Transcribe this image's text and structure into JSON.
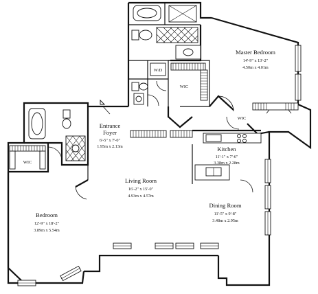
{
  "rooms": {
    "master_bedroom": {
      "name": "Master Bedroom",
      "dim_imperial": "14'-9\" x 13'-2\"",
      "dim_metric": "4.50m x 4.01m"
    },
    "entrance_foyer": {
      "name_line1": "Entrance",
      "name_line2": "Foyer",
      "dim_imperial": "6'-5\" x 7'-0\"",
      "dim_metric": "1.95m x 2.13m"
    },
    "kitchen": {
      "name": "Kitchen",
      "dim_imperial": "11'-1\" x 7'-6\"",
      "dim_metric": "3.38m x 2.28m"
    },
    "living_room": {
      "name": "Living Room",
      "dim_imperial": "16'-2\" x 15'-0\"",
      "dim_metric": "4.93m x 4.57m"
    },
    "dining_room": {
      "name": "Dining Room",
      "dim_imperial": "11'-5\" x 9'-8\"",
      "dim_metric": "3.48m x 2.95m"
    },
    "bedroom": {
      "name": "Bedroom",
      "dim_imperial": "12'-9\" x 18'-2\"",
      "dim_metric": "3.89m x 5.54m"
    }
  },
  "labels": {
    "wic_master": "WIC",
    "wic_master_closet": "WIC",
    "wic_bedroom": "WIC",
    "washer_dryer": "W/D"
  }
}
